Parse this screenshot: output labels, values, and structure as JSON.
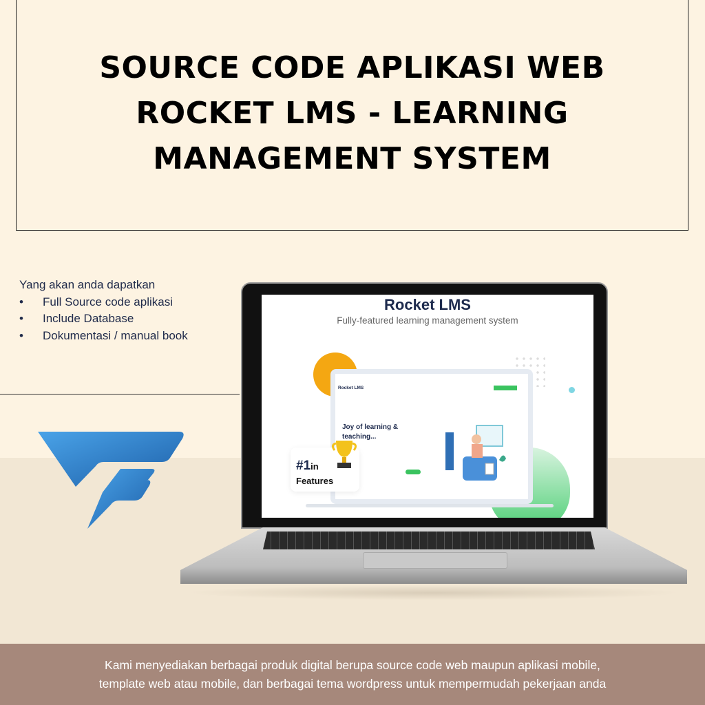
{
  "title": {
    "line1": "SOURCE CODE APLIKASI WEB",
    "line2": "ROCKET LMS - LEARNING",
    "line3": "MANAGEMENT SYSTEM"
  },
  "benefits": {
    "heading": "Yang akan anda dapatkan",
    "items": [
      "Full Source  code aplikasi",
      "Include Database",
      "Dokumentasi / manual book"
    ]
  },
  "screen": {
    "title": "Rocket LMS",
    "subtitle": "Fully-featured learning management system",
    "mini_brand": "Rocket LMS",
    "hero": "Joy of learning & teaching...",
    "badge_rank": "#1",
    "badge_in": "in",
    "badge_label": "Features"
  },
  "footer": {
    "line1": "Kami menyediakan berbagai produk digital berupa source code web maupun aplikasi mobile,",
    "line2": "template web atau mobile, dan berbagai tema wordpress untuk mempermudah pekerjaan anda"
  },
  "colors": {
    "background": "#fdf3e2",
    "footer": "#a6887b",
    "logo_blue": "#3b8fd6",
    "brand_navy": "#1d2a4d",
    "accent_green": "#3ac35f",
    "accent_orange": "#f4a712"
  }
}
